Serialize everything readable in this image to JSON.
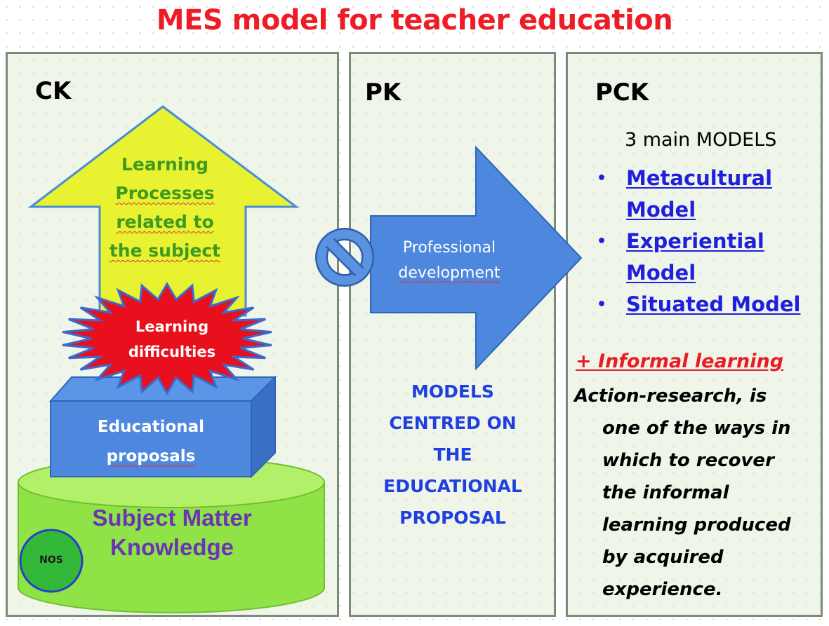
{
  "title": "MES model for teacher education",
  "panels": {
    "ck": {
      "heading": "CK",
      "arrow_lines": [
        "Learning",
        "Processes",
        "related to",
        "the subject"
      ],
      "burst_lines": [
        "Learning",
        "difficulties"
      ],
      "box_lines": [
        "Educational",
        "proposals"
      ],
      "cylinder_lines": [
        "Subject Matter",
        "Knowledge"
      ],
      "nos_label": "NOS"
    },
    "pk": {
      "heading": "PK",
      "arrow_lines": [
        "Professional",
        "development"
      ],
      "models_lines": [
        "MODELS",
        "CENTRED ON",
        "THE",
        "EDUCATIONAL",
        "PROPOSAL"
      ]
    },
    "pck": {
      "heading": "PCK",
      "intro": "3 main MODELS",
      "bullet_glyph": "•",
      "models": [
        "Metacultural Model",
        "Experiential Model",
        "Situated Model"
      ],
      "informal_label": "+ Informal learning",
      "action_lines": [
        "Action-research, is",
        "one of the ways in",
        "which to recover",
        "the informal",
        "learning produced",
        "by acquired",
        "experience."
      ]
    }
  },
  "colors": {
    "title": "#ee1c25",
    "panel_fill": "#e1ecd6",
    "arrow_yellow": "#e8f230",
    "arrow_green_text": "#3f9a1f",
    "burst_red": "#e8101c",
    "box_blue": "#4e88de",
    "cylinder_green": "#8fe347",
    "cylinder_text_purple": "#6b34b5",
    "nos_green": "#34b83a",
    "pk_arrow_blue": "#4e88de",
    "models_blue": "#1f3fe0",
    "pck_blue": "#1f1fdd",
    "informal_red": "#e81c24"
  },
  "icons": {
    "no_symbol": "prohibition-icon"
  }
}
